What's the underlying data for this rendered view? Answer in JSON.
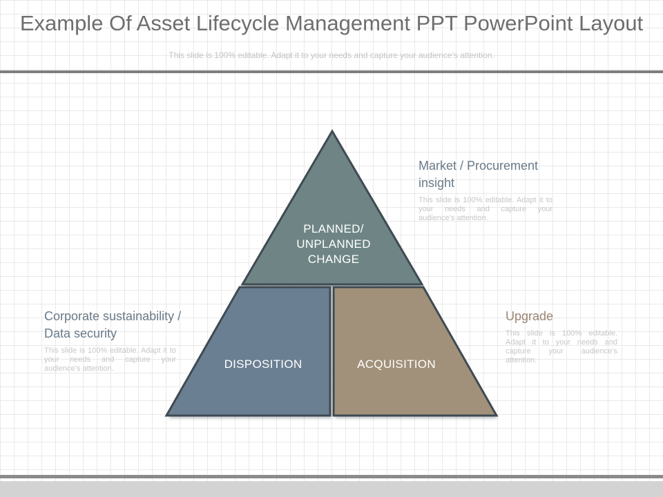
{
  "title": "Example Of Asset Lifecycle Management PPT PowerPoint Layout",
  "subtitle": "This slide is 100% editable. Adapt it to your needs and capture your audience’s attention.",
  "colors": {
    "top_segment": "#6f8585",
    "left_segment": "#6b7f92",
    "right_segment": "#a1917a",
    "shadow": "#3f4a52",
    "heading_gray": "#6a7a88",
    "heading_brown": "#9a8570"
  },
  "pyramid": {
    "top_label": "PLANNED/ UNPLANNED CHANGE",
    "left_label": "DISPOSITION",
    "right_label": "ACQUISITION"
  },
  "callouts": {
    "market": {
      "heading": "Market / Procurement insight",
      "body": "This slide is 100% editable. Adapt it to your needs and capture your audience’s attention."
    },
    "corporate": {
      "heading": "Corporate sustainability / Data security",
      "body": "This slide is 100% editable. Adapt it to your needs and capture your audience’s attention."
    },
    "upgrade": {
      "heading": "Upgrade",
      "body": "This slide is 100% editable. Adapt it to your needs and capture your audience’s attention."
    }
  }
}
